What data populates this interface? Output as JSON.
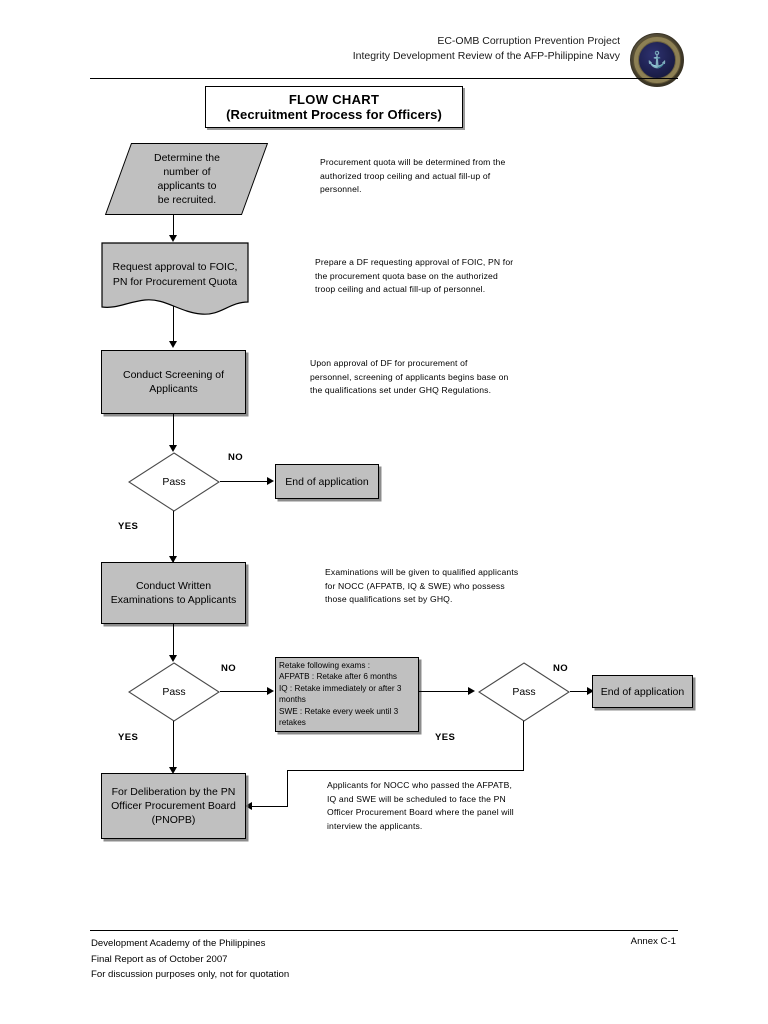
{
  "header": {
    "line1": "EC-OMB Corruption Prevention Project",
    "line2": "Integrity Development Review of the AFP-Philippine Navy",
    "seal_icon": "philippine-navy-seal-icon"
  },
  "title": {
    "line1": "FLOW CHART",
    "line2": "(Recruitment Process for Officers)"
  },
  "flow": {
    "nodes": {
      "determine_quota": {
        "shape": "parallelogram",
        "text": "Determine the number of applicants to be recruited.",
        "lines": [
          "Determine the",
          "number of",
          "applicants to",
          "be recruited."
        ]
      },
      "request_approval": {
        "shape": "document",
        "text": "Request approval to FOIC, PN for Procurement Quota",
        "lines": [
          "Request approval to FOIC,",
          "PN for Procurement Quota"
        ]
      },
      "conduct_screening": {
        "shape": "process",
        "text": "Conduct Screening of Applicants",
        "lines": [
          "Conduct Screening of",
          "Applicants"
        ]
      },
      "decision_pass_1": {
        "shape": "decision",
        "text": "Pass"
      },
      "end_application_1": {
        "shape": "process",
        "text": "End of application"
      },
      "conduct_written_exams": {
        "shape": "process",
        "text": "Conduct Written Examinations to Applicants",
        "lines": [
          "Conduct Written",
          "Examinations to Applicants"
        ]
      },
      "decision_pass_2": {
        "shape": "decision",
        "text": "Pass"
      },
      "retake_exams": {
        "shape": "process",
        "lines": [
          "Retake following exams :",
          "AFPATB : Retake after 6 months",
          "IQ : Retake immediately or after 3",
          "months",
          "SWE : Retake every week until 3",
          "retakes"
        ]
      },
      "decision_pass_3": {
        "shape": "decision",
        "text": "Pass"
      },
      "end_application_2": {
        "shape": "process",
        "text": "End of application"
      },
      "deliberation_pnopb": {
        "shape": "process",
        "text": "For Deliberation by the PN Officer Procurement Board (PNOPB)",
        "lines": [
          "For Deliberation by the PN",
          "Officer Procurement Board",
          "(PNOPB)"
        ]
      }
    },
    "edge_labels": {
      "no_1": "NO",
      "yes_1": "YES",
      "no_2": "NO",
      "yes_2": "YES",
      "no_3": "NO",
      "yes_3": "YES"
    }
  },
  "annotations": {
    "quota": {
      "lines": [
        "Procurement quota will be determined from the",
        "authorized troop ceiling and actual fill-up of",
        "personnel."
      ]
    },
    "approval": {
      "lines": [
        "Prepare a DF requesting approval of FOIC, PN for",
        "the procurement quota base on the authorized",
        "troop ceiling and actual fill-up of personnel."
      ]
    },
    "screening": {
      "lines": [
        "Upon approval of DF for procurement of",
        "personnel, screening of applicants begins base on",
        "the qualifications set under GHQ Regulations."
      ]
    },
    "examinations": {
      "lines": [
        "Examinations will be given to qualified applicants",
        "for NOCC (AFPATB, IQ & SWE) who possess",
        "those qualifications set by GHQ."
      ]
    },
    "deliberation": {
      "lines": [
        "Applicants for NOCC who passed the AFPATB,",
        "IQ and SWE will be scheduled to face the PN",
        "Officer Procurement Board where the panel will",
        "interview the applicants."
      ]
    }
  },
  "footer": {
    "line1": "Development Academy of the Philippines",
    "line2": "Final Report as of October 2007",
    "line3": "For discussion purposes only, not for quotation",
    "annex": "Annex C-1"
  },
  "colors": {
    "node_fill": "#c0c0c0",
    "node_border": "#000000",
    "page_background": "#ffffff",
    "seal_navy": "#1c1f4c",
    "seal_gold": "#8d8054"
  }
}
